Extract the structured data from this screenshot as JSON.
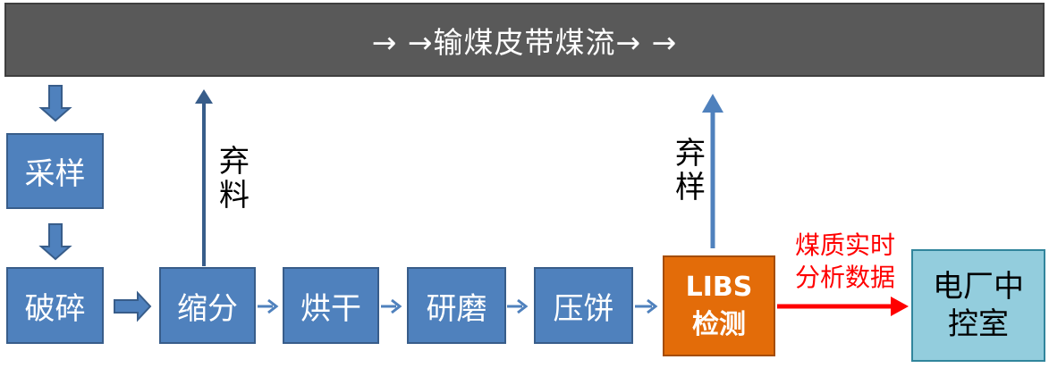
{
  "belt": {
    "label": "→ →输煤皮带煤流→ →"
  },
  "steps": {
    "sampling": "采样",
    "crushing": "破碎",
    "reduction": "缩分",
    "drying": "烘干",
    "grinding": "研磨",
    "pressing": "压饼"
  },
  "libs": {
    "line1": "LIBS",
    "line2": "检测"
  },
  "control_room": {
    "line1": "电厂中",
    "line2": "控室"
  },
  "discard_material": {
    "char1": "弃",
    "char2": "料"
  },
  "discard_sample": {
    "char1": "弃",
    "char2": "样"
  },
  "realtime_data": {
    "line1": "煤质实时",
    "line2": "分析数据"
  },
  "colors": {
    "belt": "#595959",
    "step_fill": "#4f81bd",
    "libs_fill": "#e36c09",
    "room_fill": "#93cddd",
    "arrow_light": "#4f81bd",
    "arrow_red": "#ff0000"
  }
}
